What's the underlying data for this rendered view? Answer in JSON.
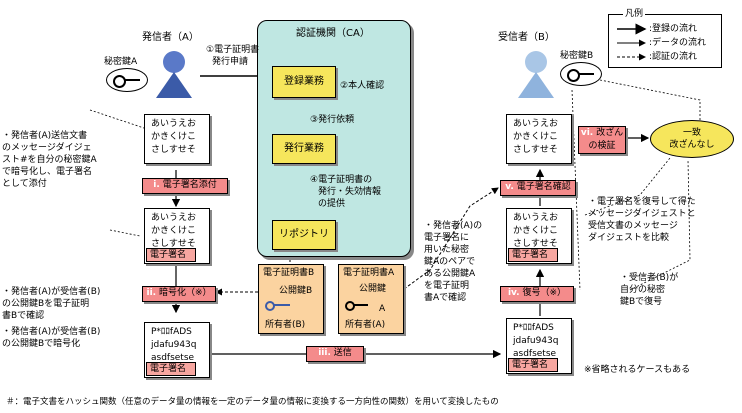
{
  "legend": {
    "title": "凡例",
    "items": [
      ":登録の流れ",
      ":データの流れ",
      ":認証の流れ"
    ]
  },
  "sender": {
    "label": "発信者（A）",
    "key_label": "秘密鍵A"
  },
  "receiver": {
    "label": "受信者（B）",
    "key_label": "秘密鍵B"
  },
  "ca": {
    "title": "認証機関（CA）",
    "boxes": [
      "登録業務",
      "発行業務",
      "リポジトリ"
    ],
    "labels": [
      "②本人確認",
      "③発行依頼",
      "④電子証明書の",
      "発行・失効情報",
      "の提供"
    ]
  },
  "apply": [
    "①電子証明書",
    "発行申請"
  ],
  "doc_lines": [
    "あいうえお",
    "かきくけこ",
    "さしすせそ"
  ],
  "cipher_lines": [
    "P*ﾛﾛfADS",
    "jdafu943q",
    "asdfsetse"
  ],
  "signature_label": "電子署名",
  "steps": {
    "i": {
      "num": "i.",
      "text": "電子署名添付"
    },
    "ii": {
      "num": "ii.",
      "text": "暗号化（※）"
    },
    "iii": {
      "num": "iii.",
      "text": "送信"
    },
    "iv": {
      "num": "iv.",
      "text": "復号（※）"
    },
    "v": {
      "num": "v.",
      "text": "電子署名確認"
    },
    "vi": {
      "num": "vi.",
      "text": "改ざん",
      "text2": "の検証"
    }
  },
  "result": [
    "一致",
    "改ざんなし"
  ],
  "certB": {
    "title": "電子証明書B",
    "pub": "公開鍵B",
    "owner": "所有者(B)"
  },
  "certA": {
    "title": "電子証明書A",
    "pub": "公開鍵",
    "pub2": "A",
    "owner": "所有者(A)"
  },
  "notes": {
    "left1": [
      "・発信者(A)送信文書",
      "のメッセージダイジェ",
      "スト#を自分の秘密鍵A",
      "で暗号化し、電子署名",
      "として添付"
    ],
    "left2": [
      "・発信者(A)が受信者(B)",
      "の公開鍵Bを電子証明",
      "書Bで確認"
    ],
    "left3": [
      "・発信者(A)が受信者(B)",
      "の公開鍵Bで暗号化"
    ],
    "mid": [
      "・発信者(A)の",
      "電子署名に",
      "用いた秘密",
      "鍵Aのペアで",
      "ある公開鍵A",
      "を電子証明",
      "書Aで確認"
    ],
    "right1": [
      "・電子署名を復号して得た",
      "メッセージダイジェストと",
      "受信文書のメッセージ",
      "ダイジェストを比較"
    ],
    "right2": [
      "・受信者(B)が",
      "自分の秘密",
      "鍵Bで復号"
    ],
    "omit": "※省略されるケースもある"
  },
  "footnote": "＃：電子文書をハッシュ関数（任意のデータ量の情報を一定のデータ量の情報に変換する一方向性の関数）を用いて変換したもの"
}
